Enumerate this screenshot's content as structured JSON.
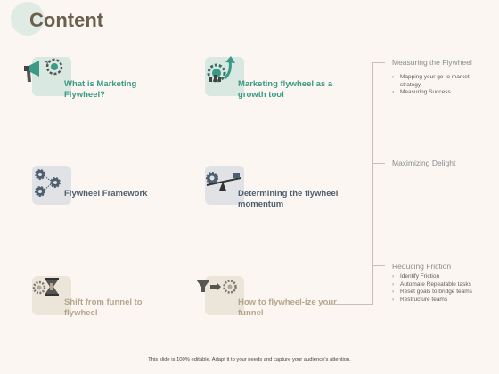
{
  "title": "Content",
  "items": [
    {
      "label": "What is Marketing Flywheel?",
      "icon": "megaphone-gear-icon"
    },
    {
      "label": "Marketing flywheel as a growth tool",
      "icon": "gear-growth-arrow-icon"
    },
    {
      "label": "Flywheel Framework",
      "icon": "gears-network-icon"
    },
    {
      "label": "Determining the flywheel momentum",
      "icon": "gear-balance-icon"
    },
    {
      "label": "Shift from funnel to flywheel",
      "icon": "gear-funnel-icon"
    },
    {
      "label": "How to flywheel-ize your funnel",
      "icon": "funnel-arrow-gear-icon"
    }
  ],
  "right_panel": {
    "sections": [
      {
        "heading": "Measuring the Flywheel",
        "bullets": [
          "Mapping your go-to market strategy",
          "Measuring Success"
        ]
      },
      {
        "heading": "Maximizing Delight",
        "bullets": []
      },
      {
        "heading": "Reducing Friction",
        "bullets": [
          "Identify Friction",
          "Automate Repeatable tasks",
          "Reset goals to bridge teams",
          "Restructure teams"
        ]
      }
    ]
  },
  "colors": {
    "background": "#fbf6f1",
    "teal": "#3a9a86",
    "slate": "#4d6070",
    "tan": "#b4a68a",
    "title": "#6c5f4d"
  },
  "footer": "This slide is 100% editable. Adapt it to your needs and capture your audience's attention."
}
